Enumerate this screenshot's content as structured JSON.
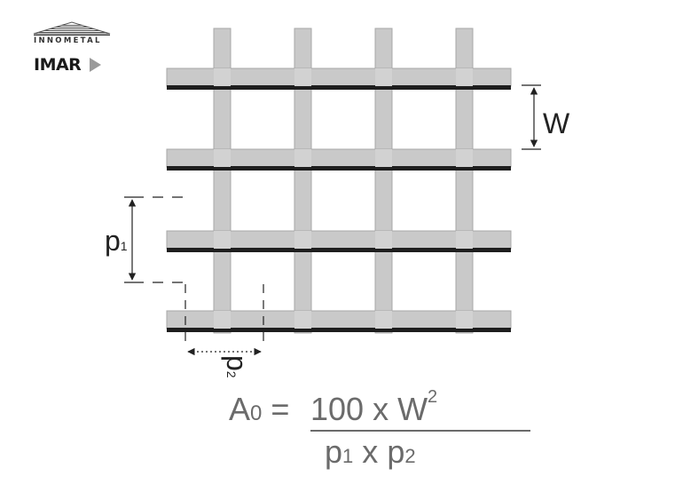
{
  "logos": {
    "innometal": "INNOMETAL",
    "imar": "IMAR"
  },
  "labels": {
    "w": "W",
    "p1": "p",
    "p1_sub": "1",
    "p2": "p",
    "p2_sub": "2"
  },
  "formula": {
    "lhs_letter": "A",
    "lhs_sub": "0",
    "equals": "=",
    "numerator": "100 x W",
    "numerator_exp": "2",
    "den_p1": "p",
    "den_p1_sub": "1",
    "den_x": "x",
    "den_p2": "p",
    "den_p2_sub": "2"
  },
  "colors": {
    "metal": "#c9c9c9",
    "metal_edge": "#a8a8a8",
    "shadow": "#1e1e1e",
    "line": "#222222",
    "formula_text": "#6b6b6b"
  }
}
